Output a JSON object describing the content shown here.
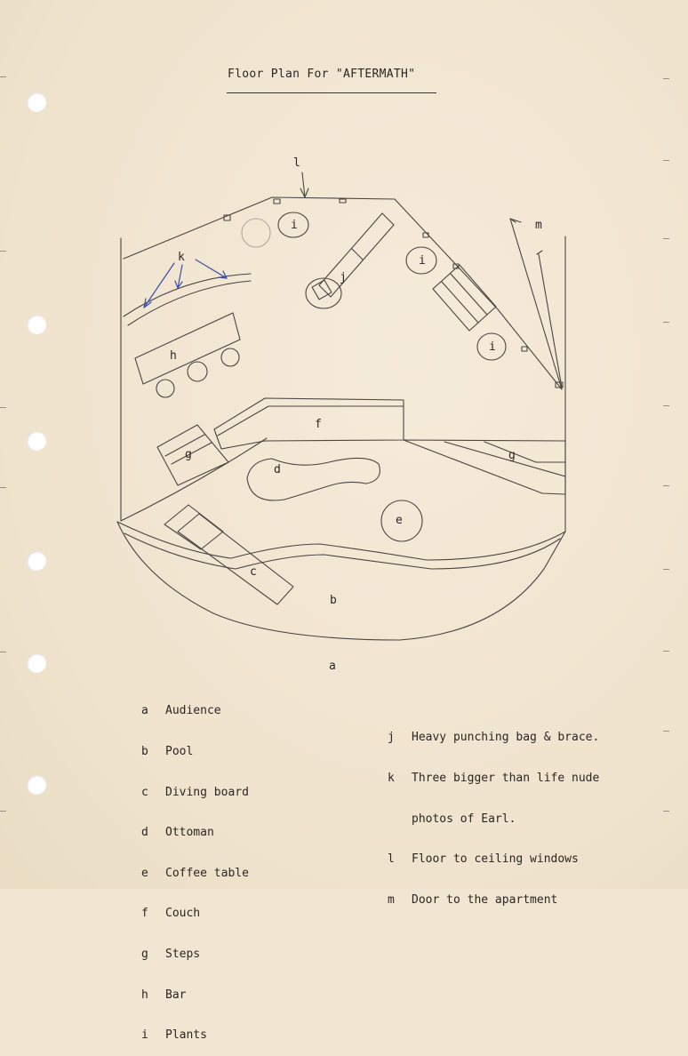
{
  "title": "Floor Plan For \"AFTERMATH\"",
  "plan_labels": {
    "a": "a",
    "b": "b",
    "c": "c",
    "d": "d",
    "e": "e",
    "f": "f",
    "g": "g",
    "h": "h",
    "i": "i",
    "j": "j",
    "k": "k",
    "l": "l",
    "m": "m"
  },
  "legend_left": [
    {
      "key": "a",
      "text": "Audience"
    },
    {
      "key": "b",
      "text": "Pool"
    },
    {
      "key": "c",
      "text": "Diving board"
    },
    {
      "key": "d",
      "text": "Ottoman"
    },
    {
      "key": "e",
      "text": "Coffee table"
    },
    {
      "key": "f",
      "text": "Couch"
    },
    {
      "key": "g",
      "text": "Steps"
    },
    {
      "key": "h",
      "text": "Bar"
    },
    {
      "key": "i",
      "text": "Plants"
    }
  ],
  "legend_right": [
    {
      "key": "j",
      "text": "Heavy punching bag & brace."
    },
    {
      "key": "k",
      "text": "Three bigger than life nude"
    },
    {
      "key": "",
      "text": "photos of Earl."
    },
    {
      "key": "l",
      "text": "Floor to ceiling windows"
    },
    {
      "key": "m",
      "text": "Door to the apartment"
    }
  ],
  "colors": {
    "paper": "#f1e6d2",
    "pencil": "#4a4542",
    "blue_ink": "#3b4fa8",
    "type": "#2b2623"
  }
}
